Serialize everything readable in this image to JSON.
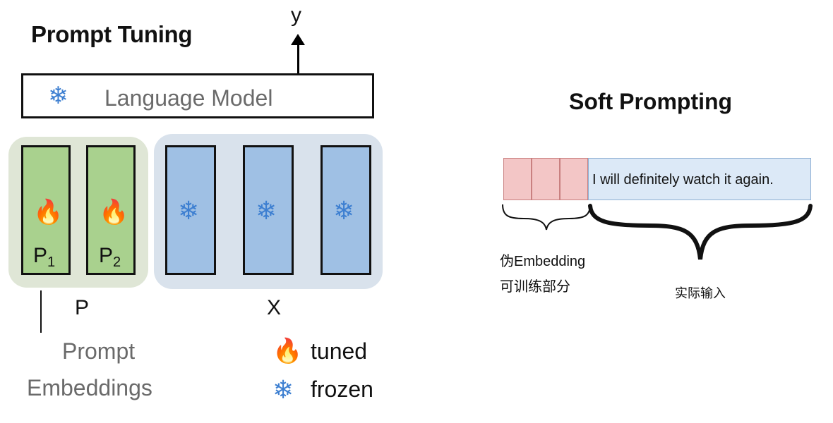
{
  "prompt_tuning": {
    "title": "Prompt Tuning",
    "output_label": "y",
    "model_label": "Language Model",
    "prompt_tokens": [
      "P1",
      "P2"
    ],
    "prompt_group_label": "P",
    "input_group_label": "X",
    "prompt_embeddings_label_line1": "Prompt",
    "prompt_embeddings_label_line2": "Embeddings",
    "legend": {
      "tuned": "tuned",
      "frozen": "frozen"
    },
    "icons": {
      "tuned": "flame-icon",
      "frozen": "snowflake-icon"
    },
    "colors": {
      "prompt_column": "#a9d18e",
      "input_column": "#9fc0e4",
      "snowflake": "#3d7fd1",
      "flame": "#e8561e"
    }
  },
  "soft_prompting": {
    "title": "Soft Prompting",
    "input_text": "I will definitely watch it again.",
    "pseudo_embedding_label": "伪Embedding",
    "trainable_label": "可训练部分",
    "actual_input_label": "实际输入",
    "colors": {
      "soft_cells": "#f3c6c6",
      "input_box": "#dce9f7"
    }
  }
}
